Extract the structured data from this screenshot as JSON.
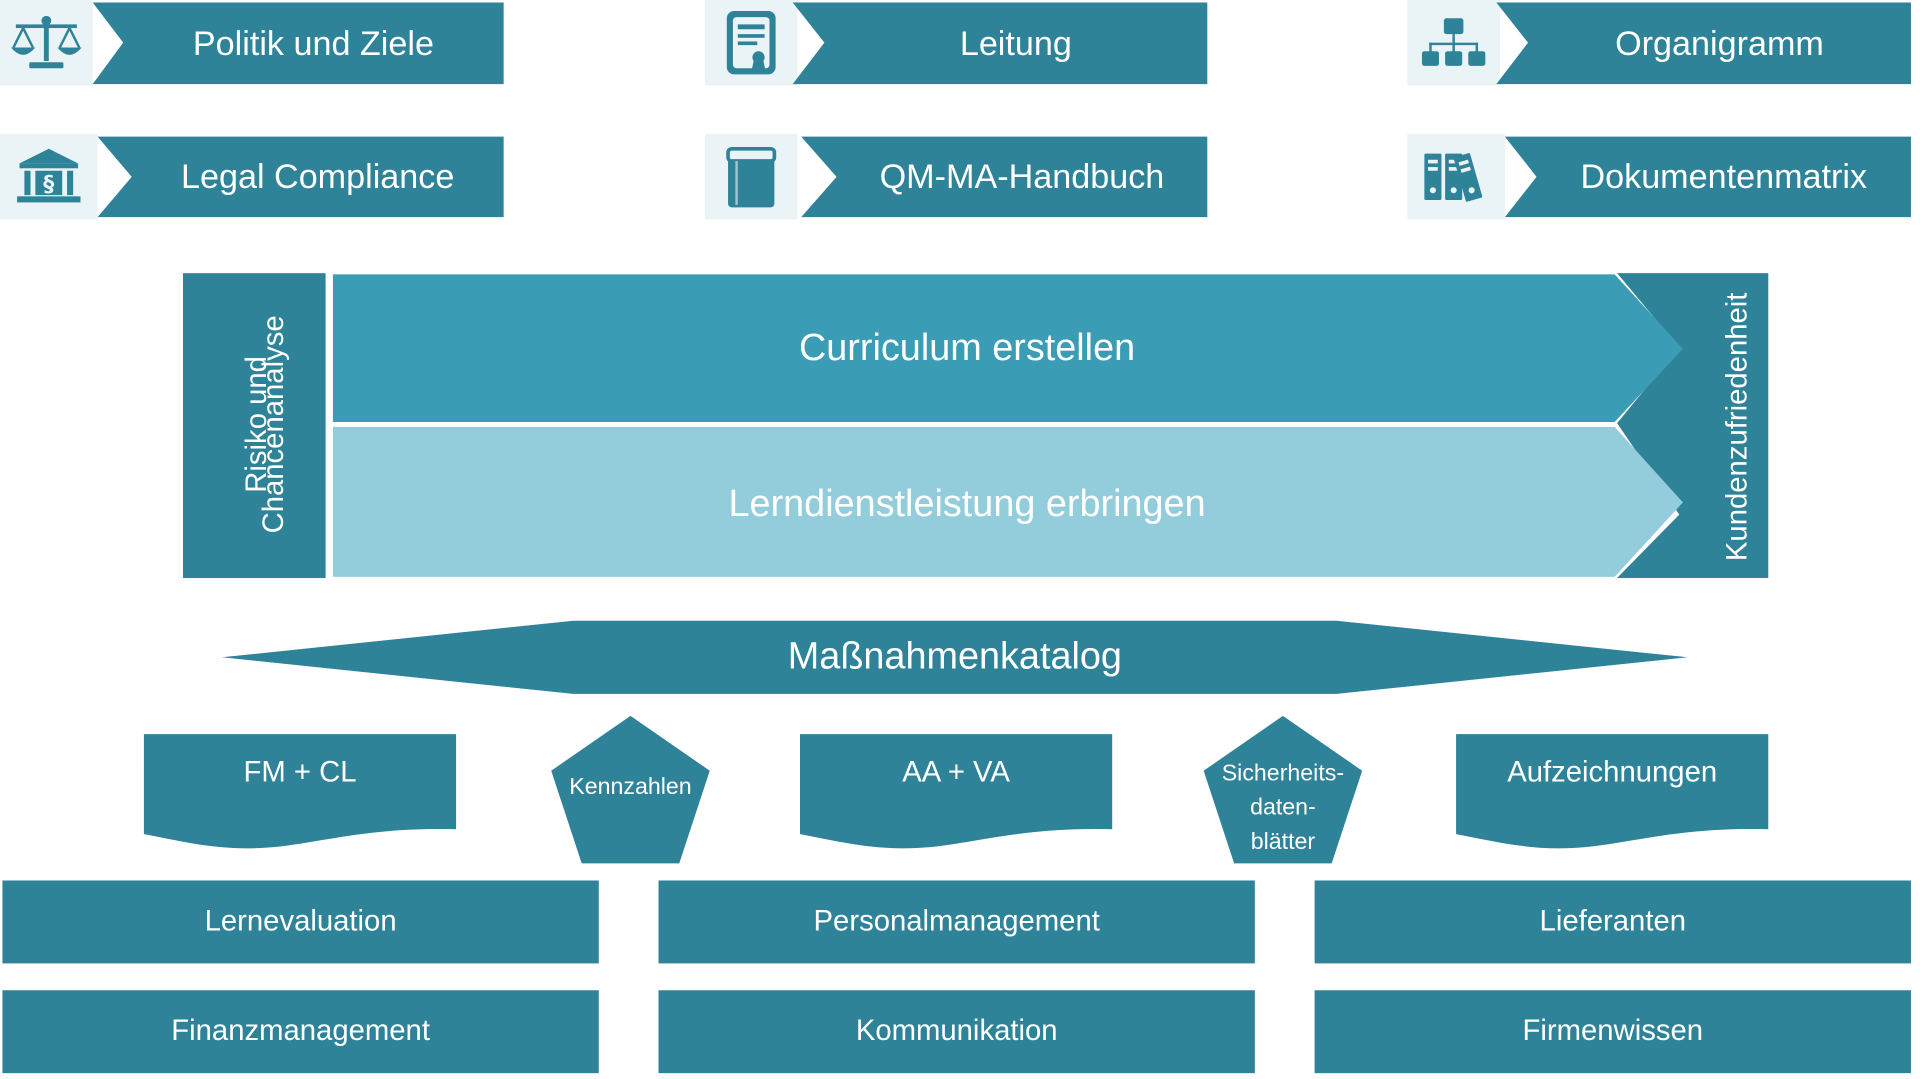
{
  "colors": {
    "dark_teal": "#2f8399",
    "mid_teal": "#3a9cb5",
    "light_teal": "#93cddb",
    "icon_bg": "#eaf3f6",
    "text": "#ffffff"
  },
  "top_tabs": [
    {
      "label": "Politik und Ziele",
      "icon": "scales-icon"
    },
    {
      "label": "Leitung",
      "icon": "certificate-icon"
    },
    {
      "label": "Organigramm",
      "icon": "org-chart-icon"
    },
    {
      "label": "Legal Compliance",
      "icon": "courthouse-paragraph-icon"
    },
    {
      "label": "QM-MA-Handbuch",
      "icon": "book-icon"
    },
    {
      "label": "Dokumentenmatrix",
      "icon": "binders-icon"
    }
  ],
  "process": {
    "left_label_line1": "Risiko und",
    "left_label_line2": "Chancenanalyse",
    "right_label": "Kundenzufriedenheit",
    "row1": "Curriculum erstellen",
    "row2": "Lerndienstleistung erbringen"
  },
  "catalog": "Maßnahmenkatalog",
  "documents": [
    "FM + CL",
    "AA + VA",
    "Aufzeichnungen"
  ],
  "pentagons": {
    "kennzahlen": "Kennzahlen",
    "sdb_line1": "Sicherheits-",
    "sdb_line2": "daten-",
    "sdb_line3": "blätter"
  },
  "bottom_bars": [
    [
      "Lernevaluation",
      "Personalmanagement",
      "Lieferanten"
    ],
    [
      "Finanzmanagement",
      "Kommunikation",
      "Firmenwissen"
    ]
  ]
}
